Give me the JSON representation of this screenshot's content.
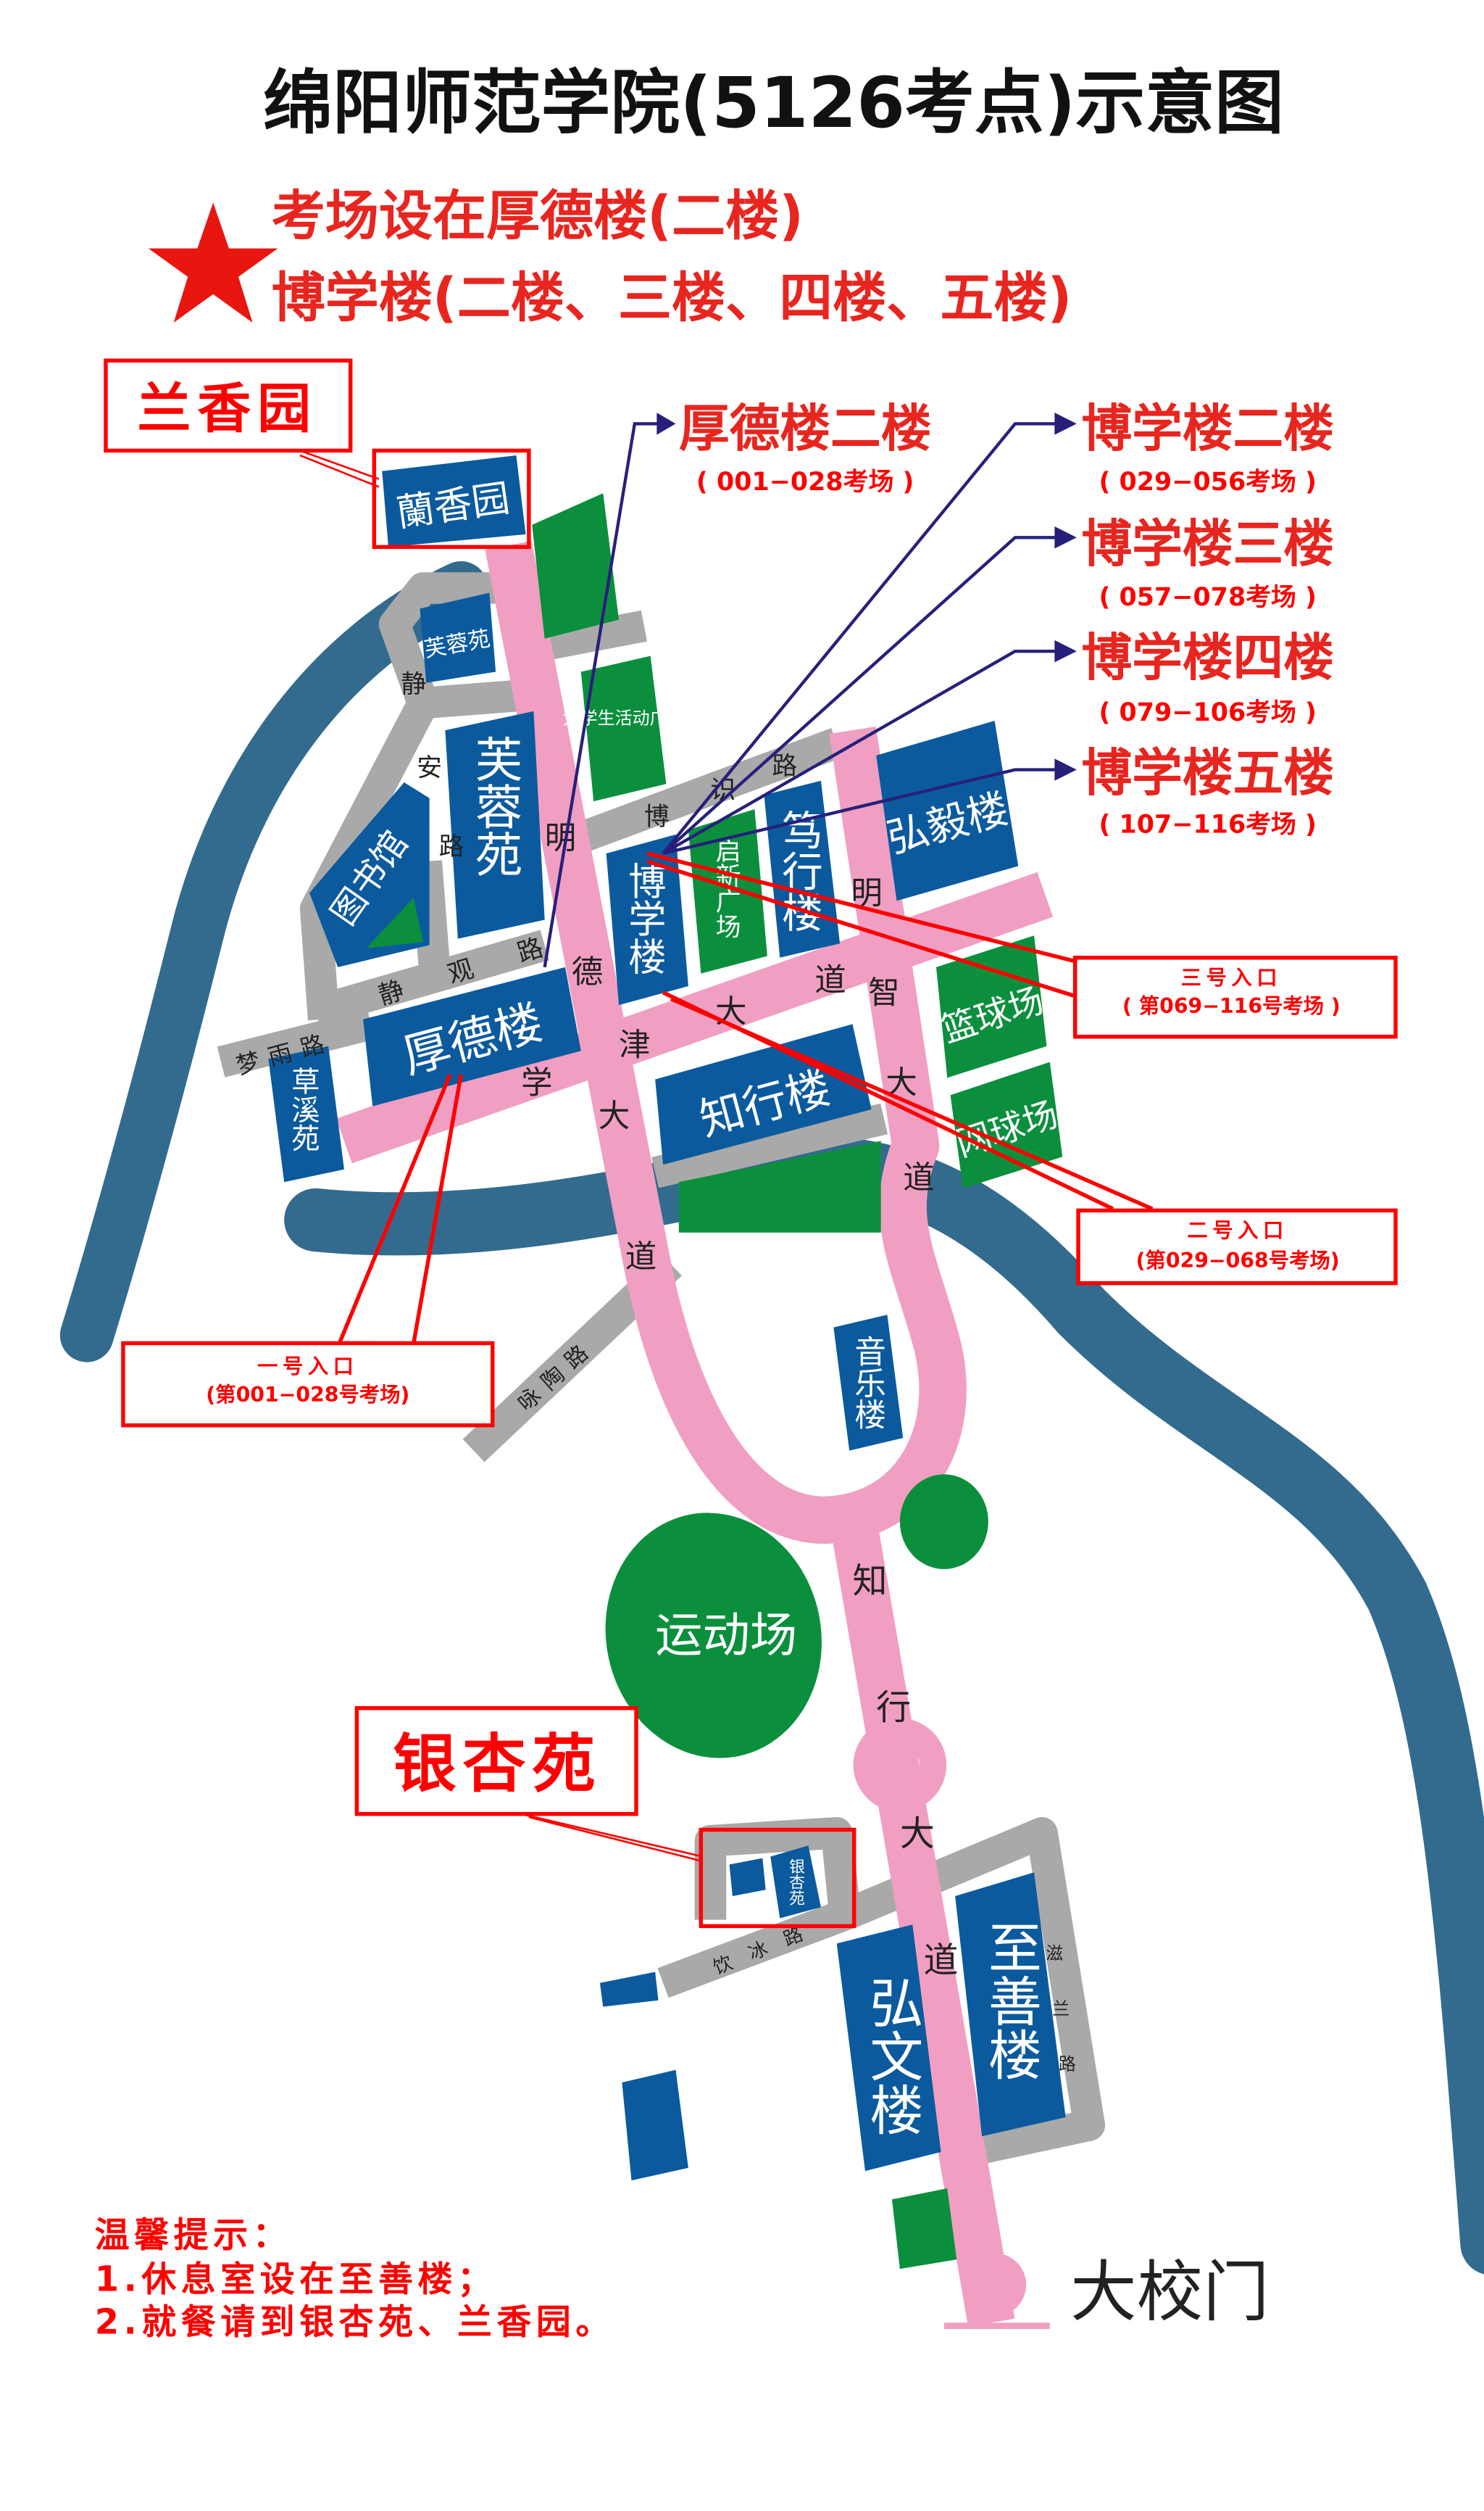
{
  "title": "绵阳师范学院(5126考点)示意图",
  "notice": {
    "line1": "考场设在厚德楼(二楼)",
    "line2": "博学楼(二楼、三楼、四楼、五楼)"
  },
  "colors": {
    "building": "#0b5a9e",
    "green_space": "#0b8f3d",
    "main_road": "#f09fc2",
    "minor_road": "#a9a9a9",
    "river": "#336b8e",
    "highlight": "#ff0000",
    "arrow": "#27207a"
  },
  "floors": [
    {
      "name": "厚德楼二楼",
      "range": "( 001−028考场 )"
    },
    {
      "name": "博学楼二楼",
      "range": "( 029−056考场 )"
    },
    {
      "name": "博学楼三楼",
      "range": "( 057−078考场 )"
    },
    {
      "name": "博学楼四楼",
      "range": "( 079−106考场 )"
    },
    {
      "name": "博学楼五楼",
      "range": "( 107−116考场 )"
    }
  ],
  "entrances": [
    {
      "name": "一号入口",
      "range": "(第001−028号考场)"
    },
    {
      "name": "二号入口",
      "range": "(第029−068号考场)"
    },
    {
      "name": "三号入口",
      "range": "( 第069−116号考场 )"
    }
  ],
  "highlights": {
    "lanxiangyuan": "兰香园",
    "yinxingyuan": "银杏苑"
  },
  "buildings": {
    "lanxiangyuan": "蘭香园",
    "furongyuan_small": "芙蓉苑",
    "furongyuan": "芙蓉苑",
    "student_plaza": "大学生活动广场",
    "library": "图书馆",
    "houdelou": "厚德楼",
    "caoxiyuan": "草溪苑",
    "boxuelou": "博学楼",
    "qixin_plaza": "启新广场",
    "duxinglou": "笃行楼",
    "hongyilou": "弘毅楼",
    "basketball": "篮球场",
    "tennis": "网球场",
    "zhixinglou": "知行楼",
    "music": "音乐楼",
    "stadium": "运动场",
    "yinxingyuan": "银杏苑",
    "hongwenlou": "弘文楼",
    "zhishanlou": "至善楼"
  },
  "roads": {
    "jingan": "静安路",
    "jingguan": "静观路",
    "mengyu": "梦雨路",
    "boshi": "博识路",
    "mingde": "明德大道",
    "xuejin": "学津大道",
    "mingzhi": "明智大道",
    "zhixing": "知行大道",
    "yongtao": "咏陶路",
    "yinbing": "饮冰路",
    "zilan": "滋兰路"
  },
  "gate": "大校门",
  "tips": {
    "heading": "温馨提示：",
    "items": [
      "1.休息室设在至善楼；",
      "2.就餐请到银杏苑、兰香园。"
    ]
  }
}
